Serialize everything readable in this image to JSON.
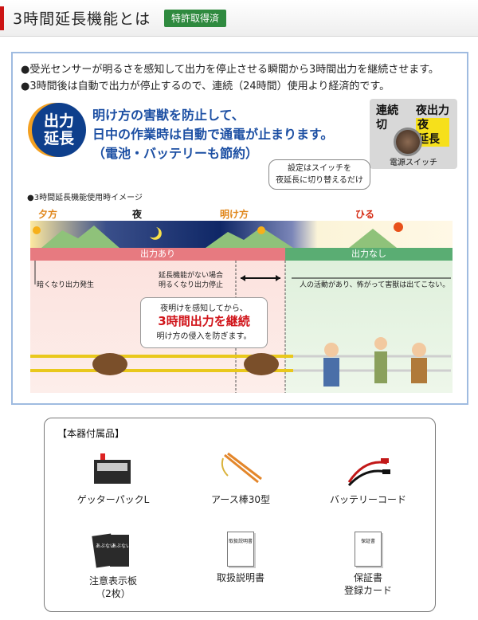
{
  "header": {
    "title": "3時間延長機能とは",
    "badge": "特許取得済"
  },
  "info": {
    "bullets": [
      "●受光センサーが明るさを感知して出力を停止させる瞬間から3時間出力を継続させます。",
      "●3時間後は自動で出力が停止するので、連続（24時間）使用より経済的です。"
    ],
    "badge_lines": [
      "出力",
      "延長"
    ],
    "headline_lines": [
      "明け方の害獣を防止して、",
      "日中の作業時は自動で通電が止まります。",
      "（電池・バッテリーも節約）"
    ],
    "switch": {
      "left_lines": [
        "連続",
        "切"
      ],
      "right_top": "夜出力",
      "right_lines": [
        "夜",
        "延長"
      ],
      "label": "電源スイッチ"
    },
    "callout_lines": [
      "設定はスイッチを",
      "夜延長に切り替えるだけ"
    ],
    "image_label": "●3時間延長機能使用時イメージ"
  },
  "timeline": {
    "labels": {
      "dusk": "夕方",
      "night": "夜",
      "dawn": "明け方",
      "day": "ひる"
    },
    "output_on": "出力あり",
    "output_off": "出力なし",
    "ann_dark": "暗くなり出力発生",
    "ann_no_ext": [
      "延長機能がない場合",
      "明るくなり出力停止"
    ],
    "ann_people": "人の活動があり、怖がって害獣は出てこない。",
    "mid_callout": [
      "夜明けを感知してから、",
      "3時間出力を継続",
      "明け方の侵入を防ぎます。"
    ]
  },
  "accessories": {
    "title": "【本器付属品】",
    "items": [
      {
        "name": "ゲッターパックL",
        "icon": "battery-pack-icon"
      },
      {
        "name": "アース棒30型",
        "icon": "ground-rod-icon"
      },
      {
        "name": "バッテリーコード",
        "icon": "battery-cord-icon"
      },
      {
        "name": "注意表示板",
        "sub": "（2枚）",
        "icon": "warning-sign-icon",
        "sign_text": "あぶない"
      },
      {
        "name": "取扱説明書",
        "icon": "manual-icon",
        "doc_text": "取扱説明書"
      },
      {
        "name": "保証書",
        "sub": "登録カード",
        "icon": "warranty-icon",
        "doc_text": "保証書"
      }
    ]
  },
  "colors": {
    "accent_red": "#cc1414",
    "badge_green": "#2f8a3f",
    "brand_blue": "#1c4fa3",
    "on_bar": "#e77a80",
    "off_bar": "#5aad73"
  }
}
